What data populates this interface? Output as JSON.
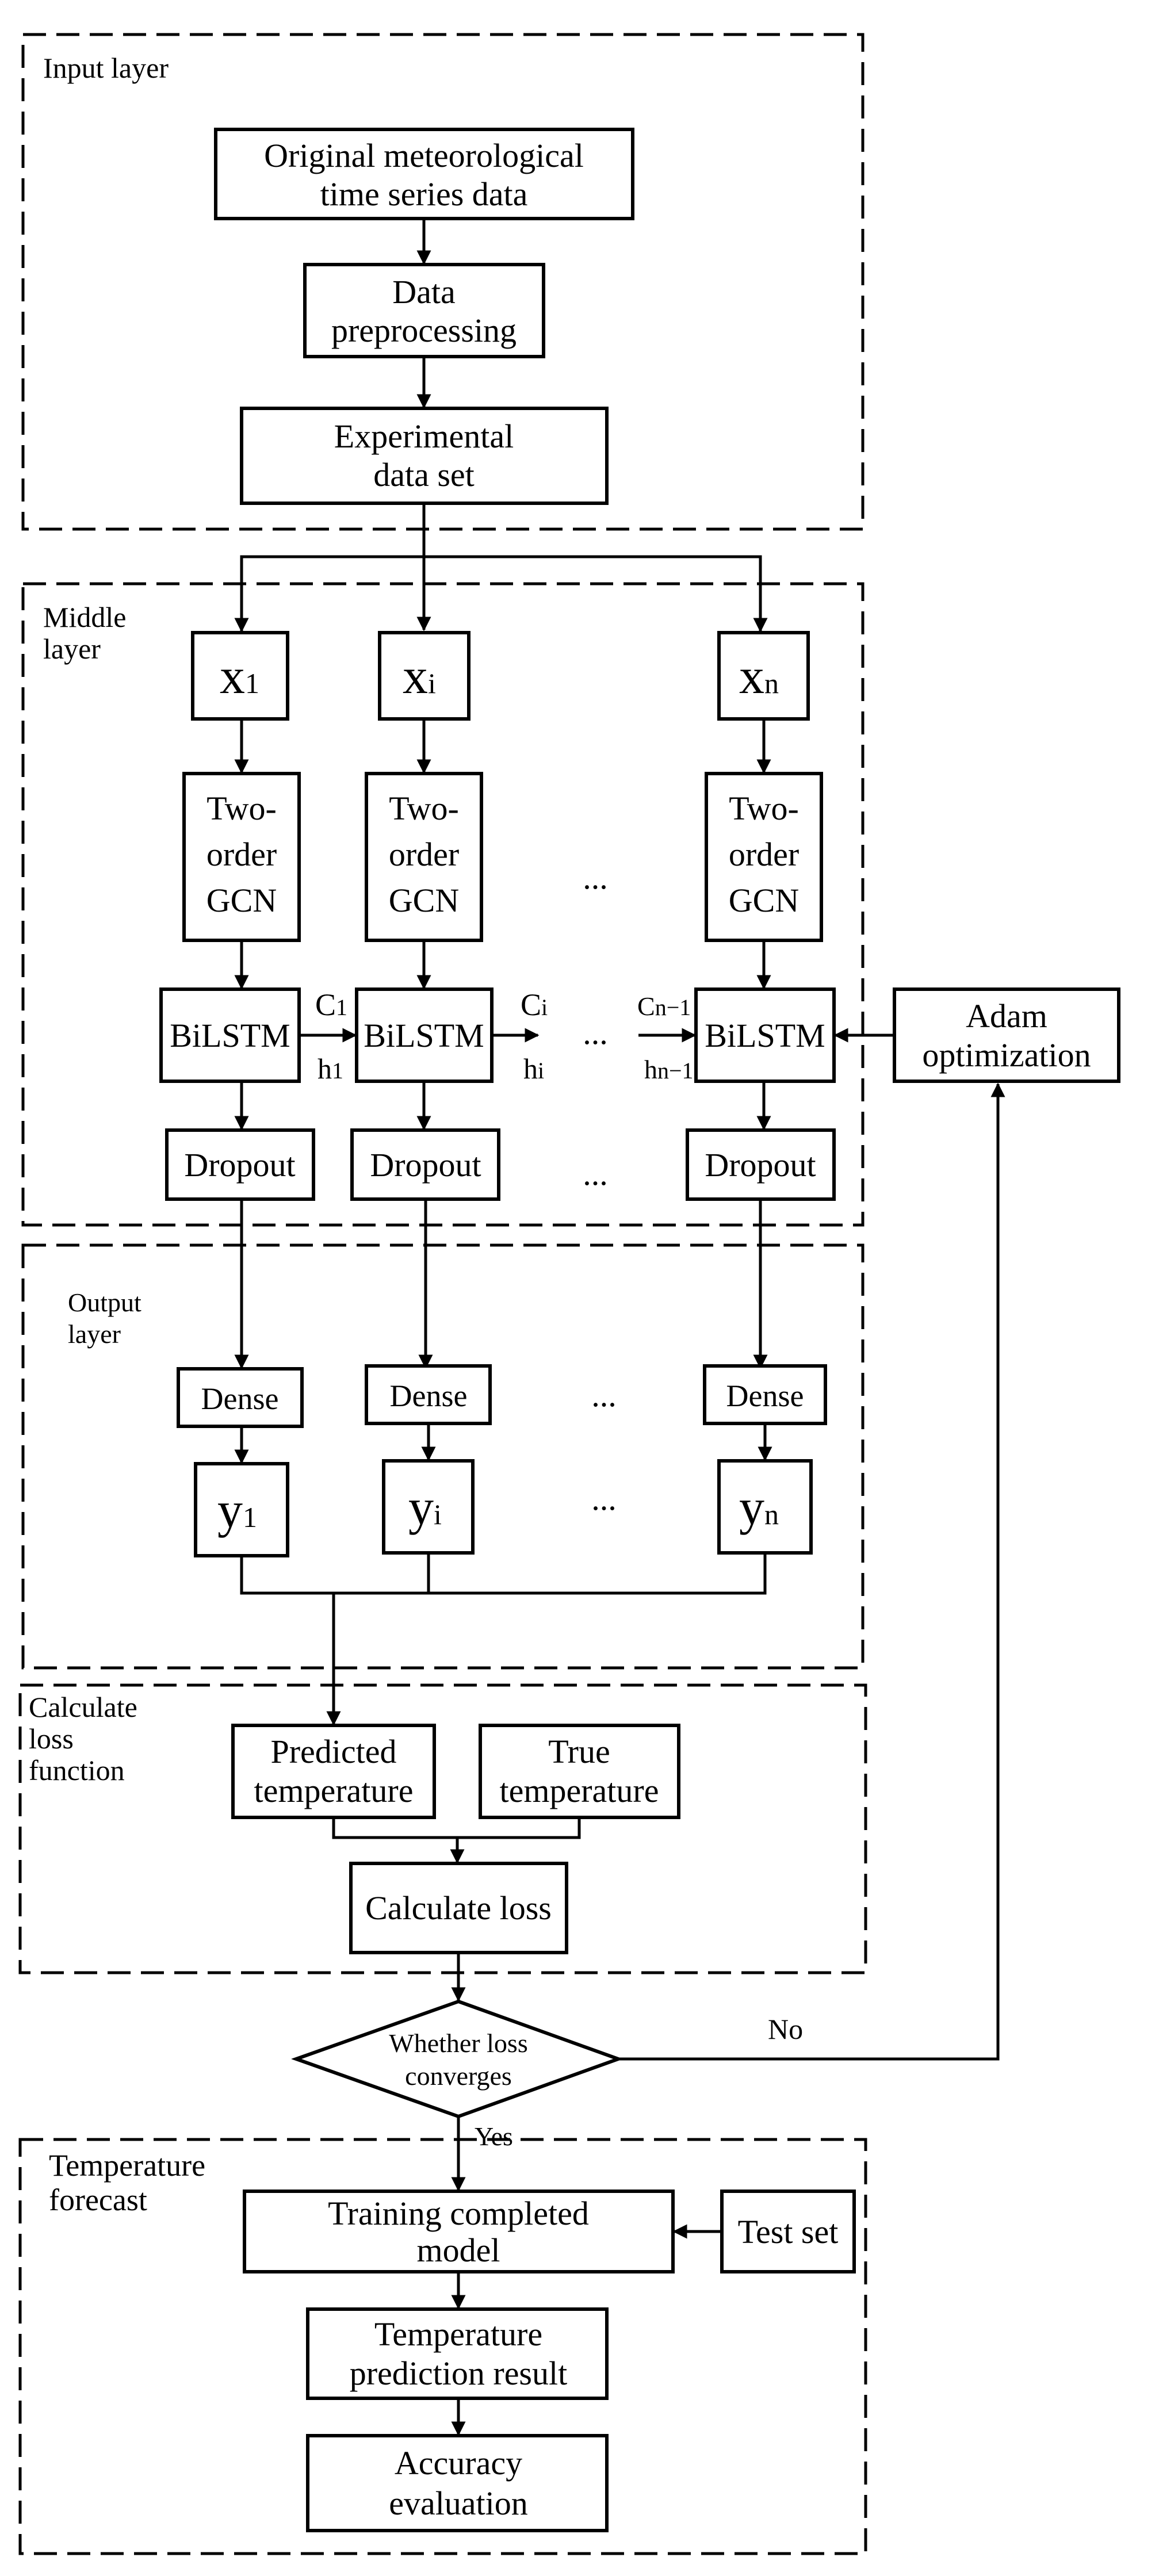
{
  "regions": {
    "input": "Input layer",
    "middle": [
      "Middle",
      "layer"
    ],
    "output": [
      "Output",
      "layer"
    ],
    "loss": [
      "Calculate",
      "loss",
      "function"
    ],
    "forecast": [
      "Temperature",
      "forecast"
    ]
  },
  "input_layer": {
    "original_data": [
      "Original meteorological",
      "time series data"
    ],
    "preprocessing": [
      "Data",
      "preprocessing"
    ],
    "dataset": [
      "Experimental",
      "data set"
    ]
  },
  "middle_layer": {
    "x1": {
      "base": "x",
      "sub": "1"
    },
    "xi": {
      "base": "x",
      "sub": "i"
    },
    "xn": {
      "base": "x",
      "sub": "n"
    },
    "gcn": [
      "Two-",
      "order",
      "GCN"
    ],
    "bilstm": "BiLSTM",
    "dropout": "Dropout",
    "ellipsis": "...",
    "c1": {
      "base": "C",
      "sub": "1"
    },
    "h1": {
      "base": "h",
      "sub": "1"
    },
    "ci": {
      "base": "C",
      "sub": "i"
    },
    "hi": {
      "base": "h",
      "sub": "i"
    },
    "cn1": {
      "base": "C",
      "sub": "n−1"
    },
    "hn1": {
      "base": "h",
      "sub": "n−1"
    },
    "adam": [
      "Adam",
      "optimization"
    ]
  },
  "output_layer": {
    "dense": "Dense",
    "y1": {
      "base": "y",
      "sub": "1"
    },
    "yi": {
      "base": "y",
      "sub": "i"
    },
    "yn": {
      "base": "y",
      "sub": "n"
    }
  },
  "loss_layer": {
    "predicted": [
      "Predicted",
      "temperature"
    ],
    "true": [
      "True",
      "temperature"
    ],
    "calc": "Calculate loss"
  },
  "decision": {
    "text": [
      "Whether loss",
      "converges"
    ],
    "no": "No",
    "yes": "Yes"
  },
  "forecast_layer": {
    "trained": [
      "Training completed",
      "model"
    ],
    "test": "Test set",
    "result": [
      "Temperature",
      "prediction result"
    ],
    "accuracy": [
      "Accuracy",
      "evaluation"
    ]
  }
}
